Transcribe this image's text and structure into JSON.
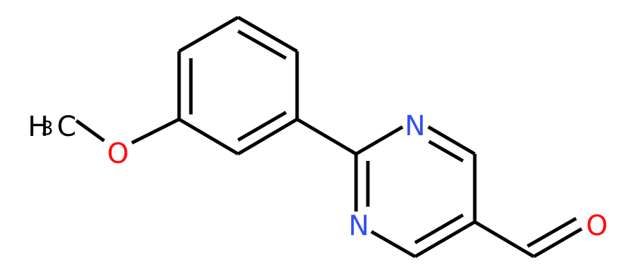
{
  "atoms": {
    "methyl": {
      "main": "H",
      "sub": "3",
      "tail": "C",
      "color": "#000000"
    },
    "ether_oxygen": {
      "text": "O",
      "color": "#ff0d0d"
    },
    "ring_nitrogen_top": {
      "text": "N",
      "color": "#3050f8"
    },
    "ring_nitrogen_bottom": {
      "text": "N",
      "color": "#3050f8"
    },
    "aldehyde_oxygen": {
      "text": "O",
      "color": "#ff0d0d"
    }
  },
  "colors": {
    "bond": "#000000",
    "background": "#ffffff"
  }
}
